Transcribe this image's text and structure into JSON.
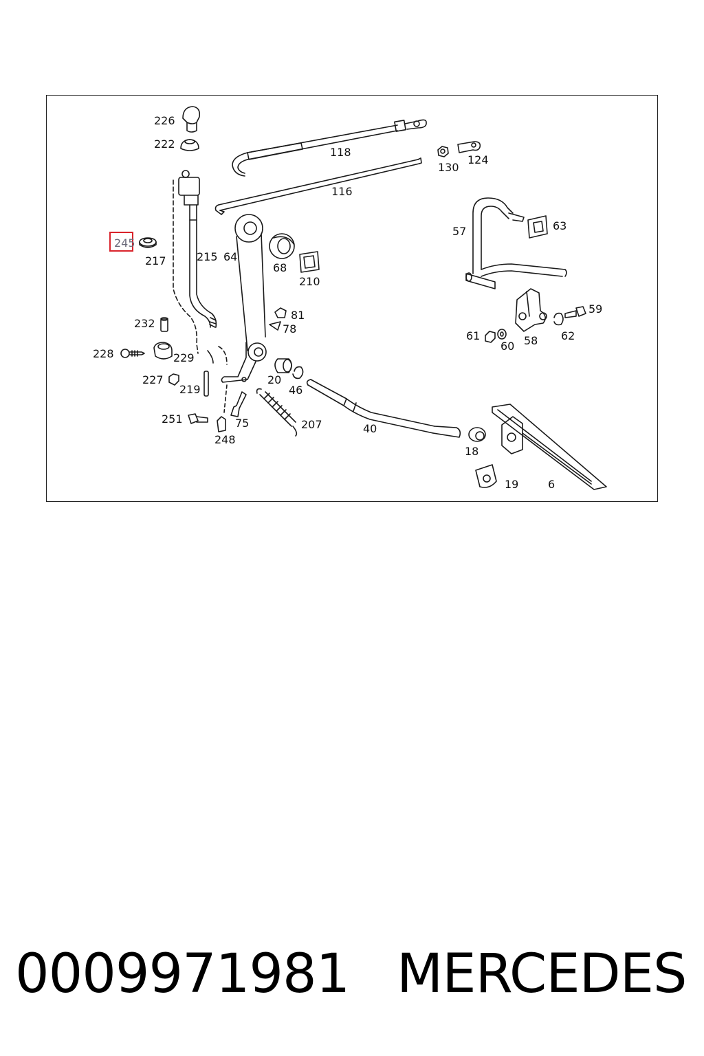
{
  "diagram": {
    "highlighted_label": "245",
    "labels": {
      "l226": "226",
      "l222": "222",
      "l118": "118",
      "l130": "130",
      "l124": "124",
      "l116": "116",
      "l57": "57",
      "l63": "63",
      "l217": "217",
      "l215": "215",
      "l64": "64",
      "l68": "68",
      "l210": "210",
      "l81": "81",
      "l78": "78",
      "l232": "232",
      "l228": "228",
      "l229": "229",
      "l227": "227",
      "l219": "219",
      "l20": "20",
      "l46": "46",
      "l251": "251",
      "l75": "75",
      "l248": "248",
      "l207": "207",
      "l40": "40",
      "l18": "18",
      "l19": "19",
      "l6": "6",
      "l61": "61",
      "l60": "60",
      "l58": "58",
      "l62": "62",
      "l59": "59"
    }
  },
  "footer": {
    "part_number": "0009971981",
    "brand": "MERCEDES"
  }
}
